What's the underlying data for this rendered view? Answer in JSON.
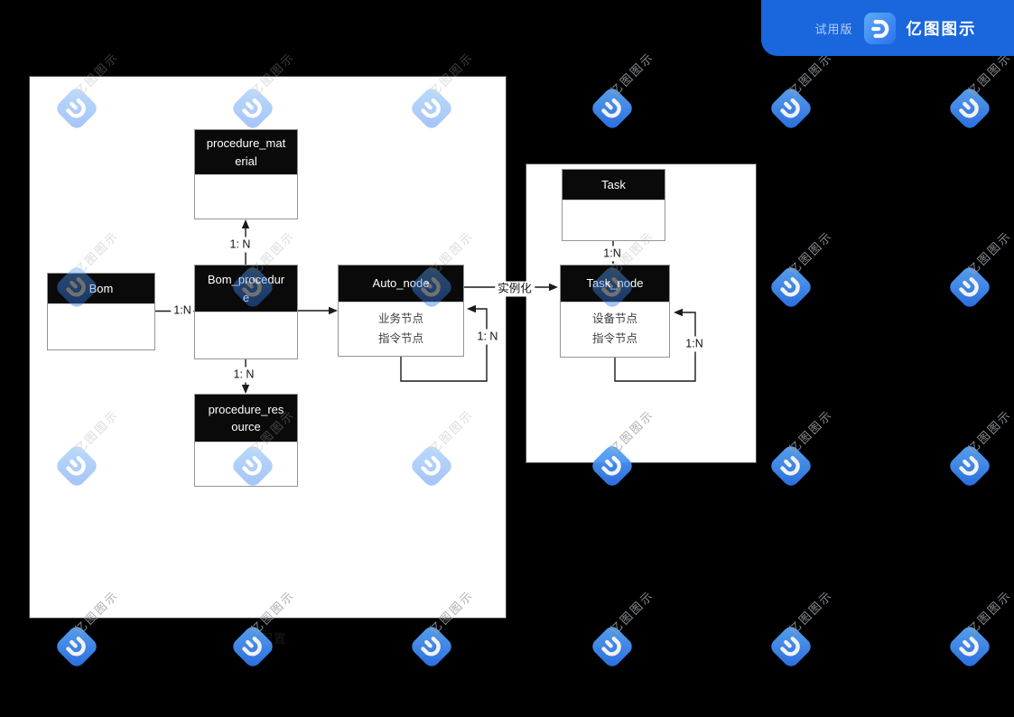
{
  "banner": {
    "trial_label": "试用版",
    "brand": "亿图图示"
  },
  "watermark": {
    "text": "亿图图示"
  },
  "diagram": {
    "groups": [
      {
        "caption": "配置"
      },
      {
        "caption": ""
      }
    ],
    "entities": [
      {
        "name": "procedure_material",
        "attributes": []
      },
      {
        "name": "Bom",
        "attributes": []
      },
      {
        "name": "Bom_procedure",
        "attributes": []
      },
      {
        "name": "Auto_node",
        "attributes": [
          "业务节点",
          "指令节点"
        ]
      },
      {
        "name": "procedure_resource",
        "attributes": []
      },
      {
        "name": "Task",
        "attributes": []
      },
      {
        "name": "Task_node",
        "attributes": [
          "设备节点",
          "指令节点"
        ]
      }
    ],
    "connector_labels": [
      {
        "from": "Bom",
        "to": "Bom_procedure",
        "text": "1:N"
      },
      {
        "from": "Bom_procedure",
        "to": "procedure_material",
        "text": "1: N"
      },
      {
        "from": "Bom_procedure",
        "to": "procedure_resource",
        "text": "1: N"
      },
      {
        "from": "Auto_node",
        "to": "Auto_node",
        "text": "1: N"
      },
      {
        "from": "Auto_node",
        "to": "Task_node",
        "text": "实例化"
      },
      {
        "from": "Task",
        "to": "Task_node",
        "text": "1:N"
      },
      {
        "from": "Task_node",
        "to": "Task_node",
        "text": "1:N"
      }
    ]
  },
  "colors": {
    "banner_bg": "#1a66dd",
    "canvas_bg": "#000000",
    "group_bg": "#ffffff",
    "entity_header_bg": "#0a0a0a",
    "line_color": "#1a1a1a",
    "watermark_blue_light": "#5fabf8",
    "watermark_blue_dark": "#2a71eb"
  }
}
